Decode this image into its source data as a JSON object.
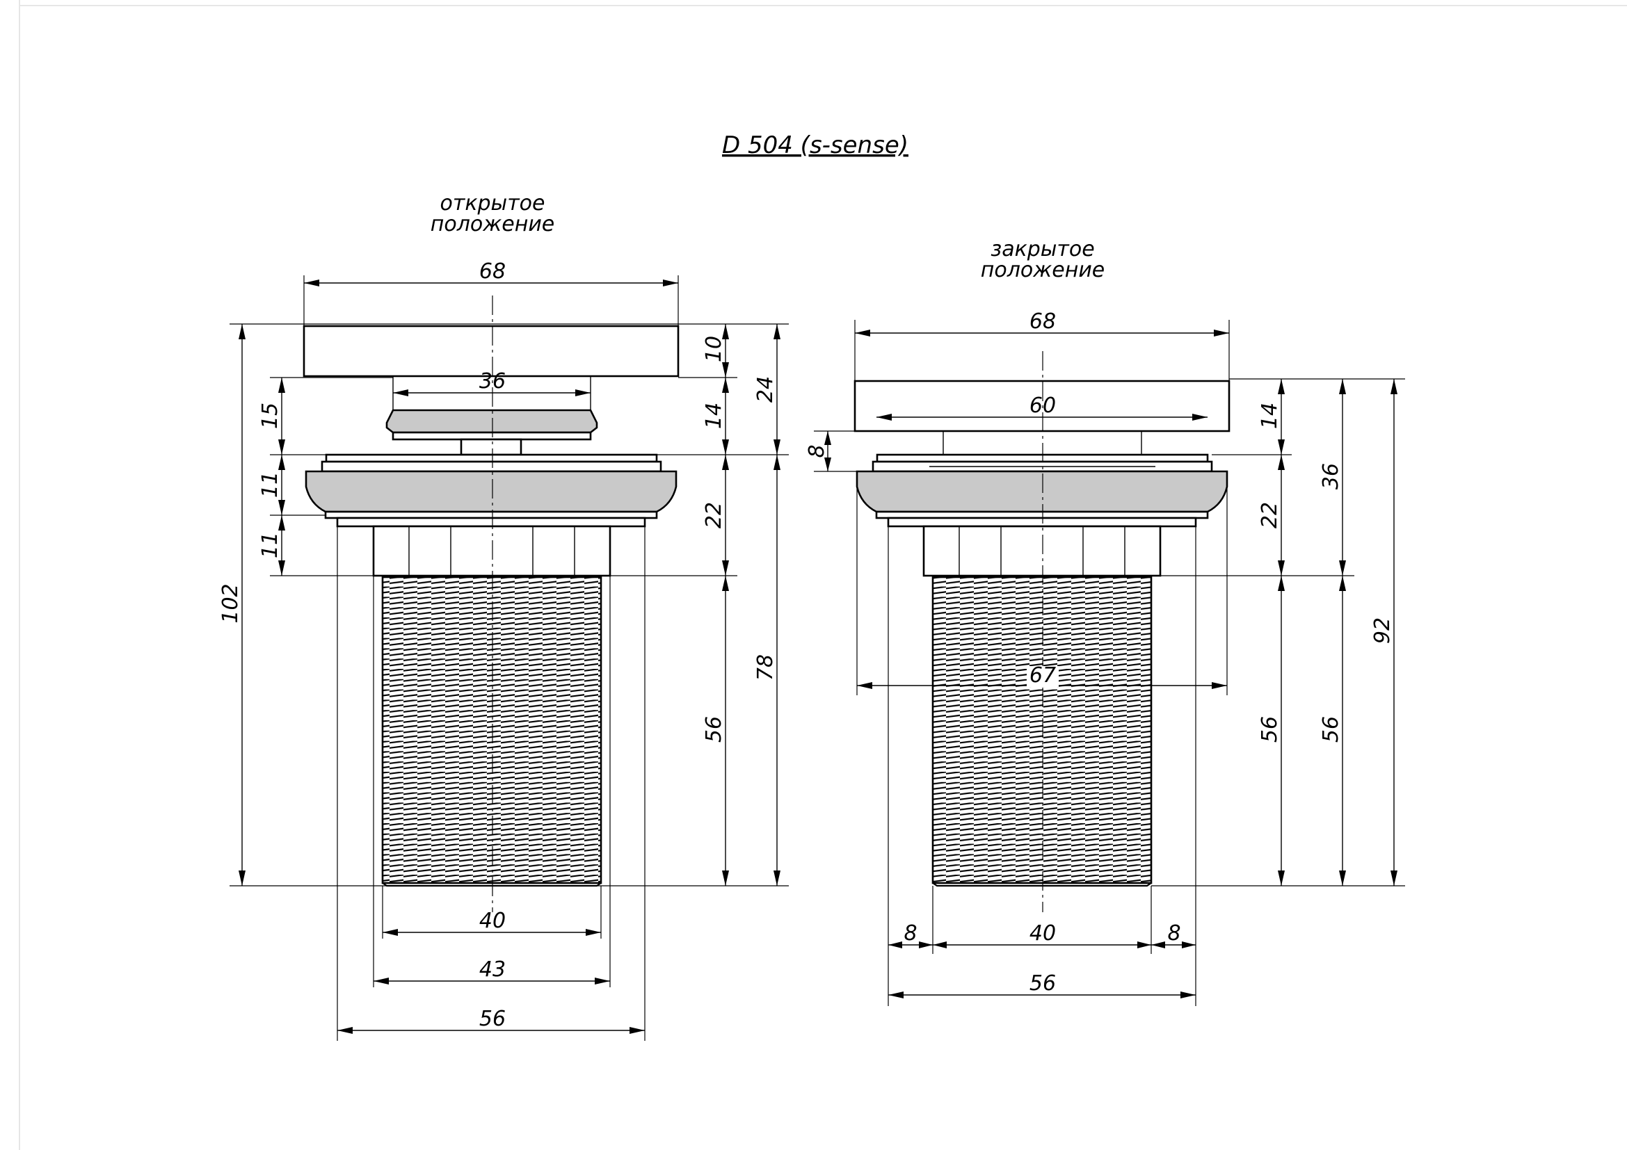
{
  "title": "D 504 (s-sense)",
  "open_view": {
    "label_line1": "открытое",
    "label_line2": "положение",
    "dims": {
      "cap_width": "68",
      "stem_width": "36",
      "cap_height": "10",
      "gap_height": "14",
      "top_height": "24",
      "plug_travel": "15",
      "flange_height_1": "11",
      "flange_height_2": "11",
      "flange_total": "22",
      "thread_height": "56",
      "body_height": "78",
      "total_height": "102",
      "thread_dia": "40",
      "nut_dia": "43",
      "bottom_dia": "56"
    }
  },
  "closed_view": {
    "label_line1": "закрытое",
    "label_line2": "положение",
    "dims": {
      "cap_width": "68",
      "inner_width": "60",
      "plug_gap": "8",
      "cap_height": "14",
      "flange_total": "22",
      "top_height": "36",
      "flange_dia": "67",
      "thread_height_1": "56",
      "thread_height_2": "56",
      "total_height": "92",
      "thread_dia": "40",
      "side_gap_left": "8",
      "side_gap_right": "8",
      "bottom_dia": "56"
    }
  }
}
